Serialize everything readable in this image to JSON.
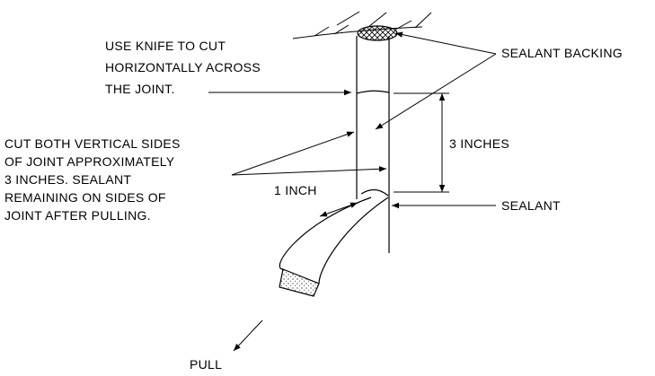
{
  "diagram": {
    "labels": {
      "knife": [
        "USE KNIFE TO CUT",
        "HORIZONTALLY ACROSS",
        "THE JOINT."
      ],
      "cut_sides": [
        "CUT BOTH VERTICAL SIDES",
        "OF JOINT APPROXIMATELY",
        "3 INCHES.  SEALANT",
        "REMAINING ON SIDES OF",
        "JOINT AFTER PULLING."
      ],
      "sealant_backing": "SEALANT BACKING",
      "three_inches": "3 INCHES",
      "one_inch": "1 INCH",
      "sealant": "SEALANT",
      "pull": "PULL"
    }
  }
}
